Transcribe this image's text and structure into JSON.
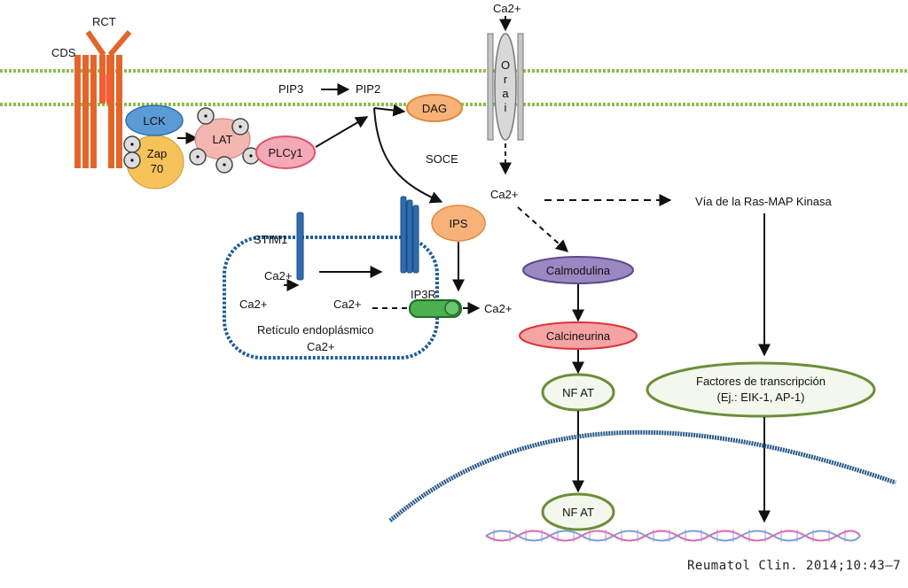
{
  "labels": {
    "ca_top": "Ca2+",
    "rct": "RCT",
    "cds": "CDS",
    "orai_letters": [
      "O",
      "r",
      "a",
      "i"
    ],
    "pip3": "PIP3",
    "pip2": "PIP2",
    "dag": "DAG",
    "lck": "LCK",
    "zap_line1": "Zap",
    "zap_line2": "70",
    "lat": "LAT",
    "plcy1": "PLCy1",
    "soce": "SOCE",
    "ca_mid": "Ca2+",
    "ras_map": "Vía de la Ras-MAP Kinasa",
    "stim1": "STIM1",
    "ips": "IPS",
    "ca_er_arrow": "Ca2+",
    "ca_er_left": "Ca2+",
    "ca_er_mid": "Ca2+",
    "ip3r": "IP3R",
    "ca_release": "Ca2+",
    "reticulo": "Retículo endoplásmico",
    "ca_er_bottom": "Ca2+",
    "calmodulina": "Calmodulina",
    "calcineurina": "Calcineurina",
    "nfat_cyto": "NF AT",
    "nfat_nuc": "NF AT",
    "factores_line1": "Factores de transcripción",
    "factores_line2": "(Ej.: EIK-1, AP-1)"
  },
  "citation": "Reumatol Clin. 2014;10:43–7",
  "colors": {
    "membrane": "#8cbf4a",
    "receptor": "#e2662b",
    "lck": "#5b9bd5",
    "zap": "#f6c25a",
    "lat": "#f4b6b0",
    "plcy1": "#f3a9b6",
    "dag_ips": "#f7b27a",
    "orai": "#c7c7c7",
    "stim_ip3r": "#2f6db0",
    "er_border": "#1f5c99",
    "channel": "#4caf50",
    "calmodulina": "#9b87c2",
    "calcineurina": "#f5a3a3",
    "nfat": "#6b8e3a",
    "dna_a": "#7aa0d8",
    "dna_b": "#d96ab0"
  }
}
